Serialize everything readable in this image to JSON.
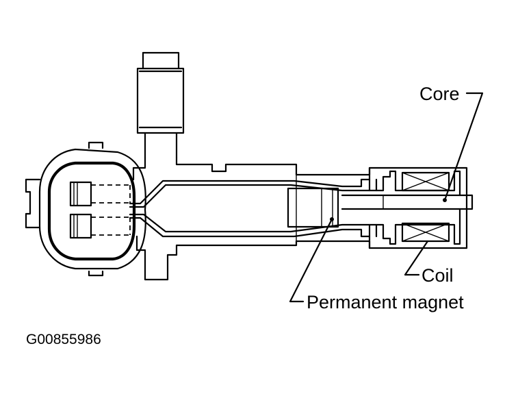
{
  "labels": {
    "core": "Core",
    "coil": "Coil",
    "magnet": "Permanent magnet",
    "figure_id": "G00855986"
  }
}
